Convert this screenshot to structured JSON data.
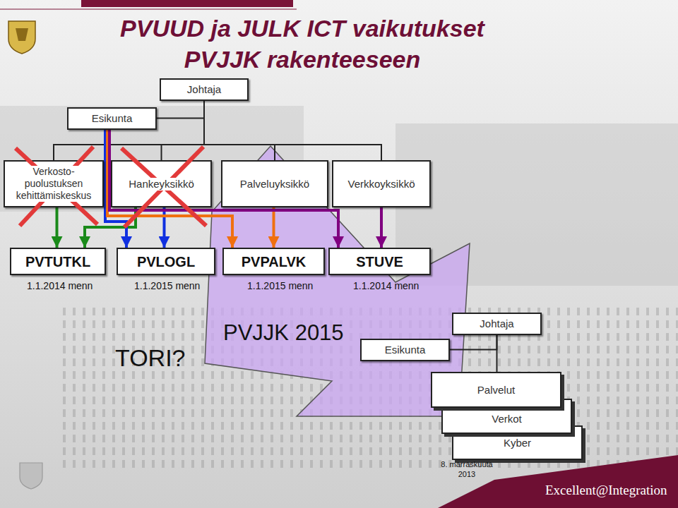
{
  "diagram": {
    "title": "PVUUD ja JULK ICT vaikutukset PVJJK rakenteeseen",
    "nodes": [
      {
        "text": [
          "Johtaja"
        ]
      },
      {
        "text": [
          "Esikunta"
        ]
      },
      {
        "text": [
          "Verkosto- puolustuksen kehittämiskeskus"
        ]
      },
      {
        "text": [
          "Hankeyksikkö"
        ]
      },
      {
        "text": [
          "Palveluyksikkö"
        ]
      },
      {
        "text": [
          "Verkkoyksikkö"
        ]
      },
      {
        "text": [
          "PVTUTKL"
        ]
      },
      {
        "text": [
          "PVLOGL"
        ]
      },
      {
        "text": [
          "PVPALVK"
        ]
      },
      {
        "text": [
          "STUVE"
        ]
      },
      {
        "text": [
          "Johtaja"
        ]
      },
      {
        "text": [
          "Esikunta"
        ]
      },
      {
        "text": [
          "Palvelut"
        ]
      },
      {
        "text": [
          "Verkot"
        ]
      },
      {
        "text": [
          "Kyber"
        ]
      }
    ],
    "edges": [
      {
        "from": 0,
        "to": 1,
        "arrow": "none"
      },
      {
        "from": 0,
        "to": 2,
        "arrow": "none"
      },
      {
        "from": 0,
        "to": 3,
        "arrow": "none"
      },
      {
        "from": 0,
        "to": 4,
        "arrow": "none"
      },
      {
        "from": 0,
        "to": 5,
        "arrow": "none"
      },
      {
        "from": 2,
        "to": 6,
        "arrow": "to"
      },
      {
        "from": 3,
        "to": 6,
        "arrow": "to"
      },
      {
        "from": 3,
        "to": 7,
        "arrow": "to"
      },
      {
        "from": 1,
        "to": 7,
        "arrow": "to"
      },
      {
        "from": 4,
        "to": 8,
        "arrow": "to"
      },
      {
        "from": 1,
        "to": 8,
        "arrow": "to"
      },
      {
        "from": 5,
        "to": 9,
        "arrow": "to"
      },
      {
        "from": 1,
        "to": 9,
        "arrow": "to"
      },
      {
        "from": 10,
        "to": 11,
        "arrow": "none"
      },
      {
        "from": 10,
        "to": 12,
        "arrow": "none"
      }
    ],
    "labels": [
      "1.1.2014 menn",
      "1.1.2015 menn",
      "1.1.2015 menn",
      "1.1.2014 menn",
      "TORI?",
      "PVJJK 2015",
      "8. marraskuuta 2013",
      "Excellent@Integration"
    ]
  }
}
